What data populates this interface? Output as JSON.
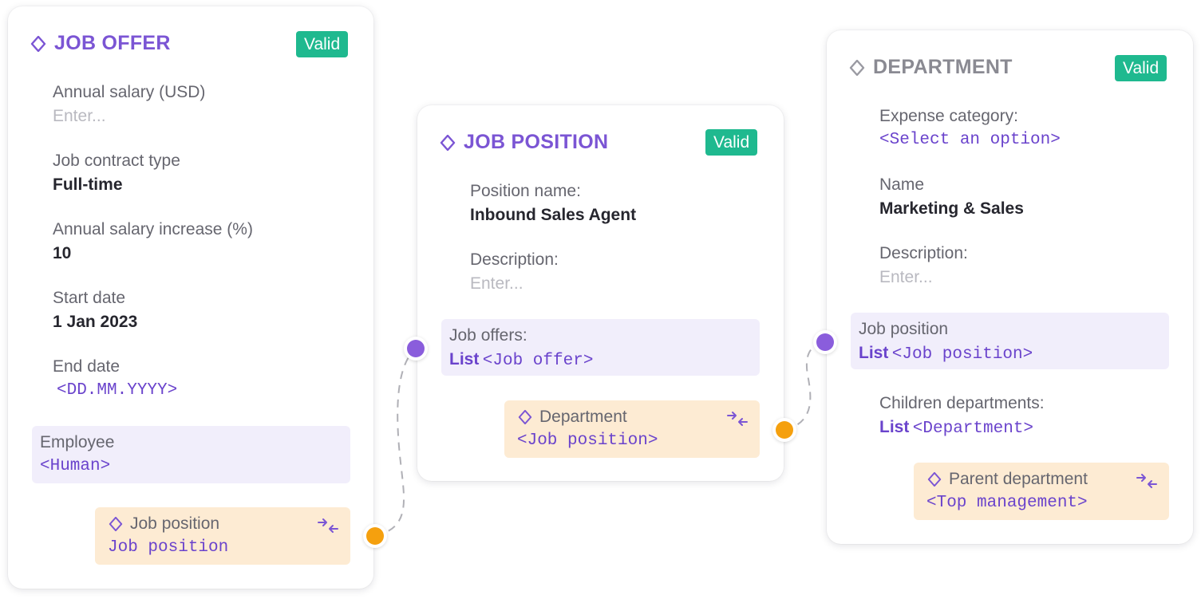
{
  "colors": {
    "purple": "#7b55d4",
    "mono_purple": "#6a43cc",
    "valid_green": "#1fb98f",
    "relation_bg": "#f1eefb",
    "reference_bg": "#fdebd3",
    "port_purple": "#8a5ddc",
    "port_orange": "#f5a00e",
    "connector_gray": "#b0b0b6"
  },
  "job_offer": {
    "title": "JOB OFFER",
    "status": "Valid",
    "fields": {
      "annual_salary": {
        "label": "Annual salary (USD)",
        "placeholder": "Enter..."
      },
      "contract_type": {
        "label": "Job contract type",
        "value": "Full-time"
      },
      "salary_increase": {
        "label": "Annual salary increase (%)",
        "value": "10"
      },
      "start_date": {
        "label": "Start date",
        "value": "1 Jan 2023"
      },
      "end_date": {
        "label": "End date",
        "value": "<DD.MM.YYYY>"
      }
    },
    "employee": {
      "label": "Employee",
      "type": "<Human>"
    },
    "reference": {
      "label": "Job position",
      "type": "Job position"
    }
  },
  "job_position": {
    "title": "JOB POSITION",
    "status": "Valid",
    "fields": {
      "position_name": {
        "label": "Position name:",
        "value": "Inbound Sales Agent"
      },
      "description": {
        "label": "Description:",
        "placeholder": "Enter..."
      }
    },
    "job_offers": {
      "label": "Job offers:",
      "list_word": "List",
      "type": "<Job offer>"
    },
    "reference": {
      "label": "Department",
      "type": "<Job position>"
    }
  },
  "department": {
    "title": "DEPARTMENT",
    "status": "Valid",
    "fields": {
      "expense_category": {
        "label": "Expense category:",
        "value": "<Select an option>"
      },
      "name": {
        "label": "Name",
        "value": "Marketing & Sales"
      },
      "description": {
        "label": "Description:",
        "placeholder": "Enter..."
      }
    },
    "job_position": {
      "label": "Job position",
      "list_word": "List",
      "type": "<Job position>"
    },
    "children": {
      "label": "Children departments:",
      "list_word": "List",
      "type": "<Department>"
    },
    "reference": {
      "label": "Parent department",
      "type": "<Top management>"
    }
  },
  "icons": {
    "entity": "diamond-icon",
    "link": "link-arrows-icon",
    "port": "connector-port"
  }
}
